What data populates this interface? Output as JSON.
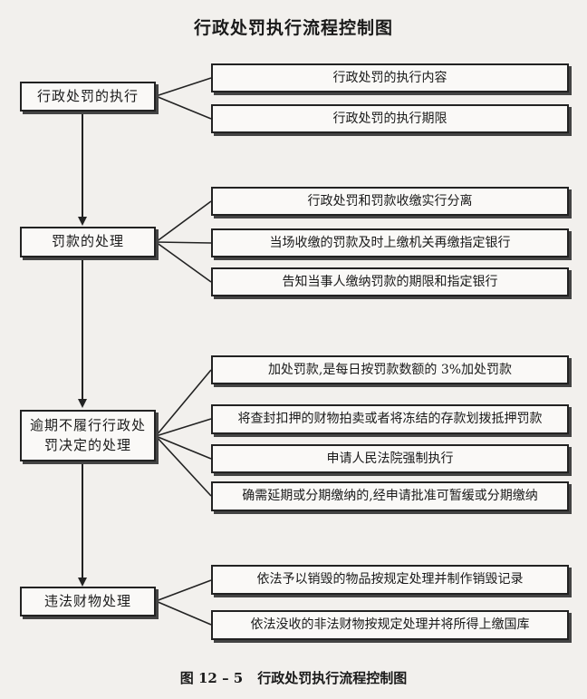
{
  "title": "行政处罚执行流程控制图",
  "caption": {
    "number": "图 12 – 5",
    "text": "行政处罚执行流程控制图"
  },
  "stages": [
    {
      "label": "行政处罚的执行",
      "items": [
        "行政处罚的执行内容",
        "行政处罚的执行期限"
      ]
    },
    {
      "label": "罚款的处理",
      "items": [
        "行政处罚和罚款收缴实行分离",
        "当场收缴的罚款及时上缴机关再缴指定银行",
        "告知当事人缴纳罚款的期限和指定银行"
      ]
    },
    {
      "label": "逾期不履行行政处罚决定的处理",
      "items": [
        "加处罚款,是每日按罚款数额的 3%加处罚款",
        "将查封扣押的财物拍卖或者将冻结的存款划拨抵押罚款",
        "申请人民法院强制执行",
        "确需延期或分期缴纳的,经申请批准可暂缓或分期缴纳"
      ]
    },
    {
      "label": "违法财物处理",
      "items": [
        "依法予以销毁的物品按规定处理并制作销毁记录",
        "依法没收的非法财物按规定处理并将所得上缴国库"
      ]
    }
  ]
}
